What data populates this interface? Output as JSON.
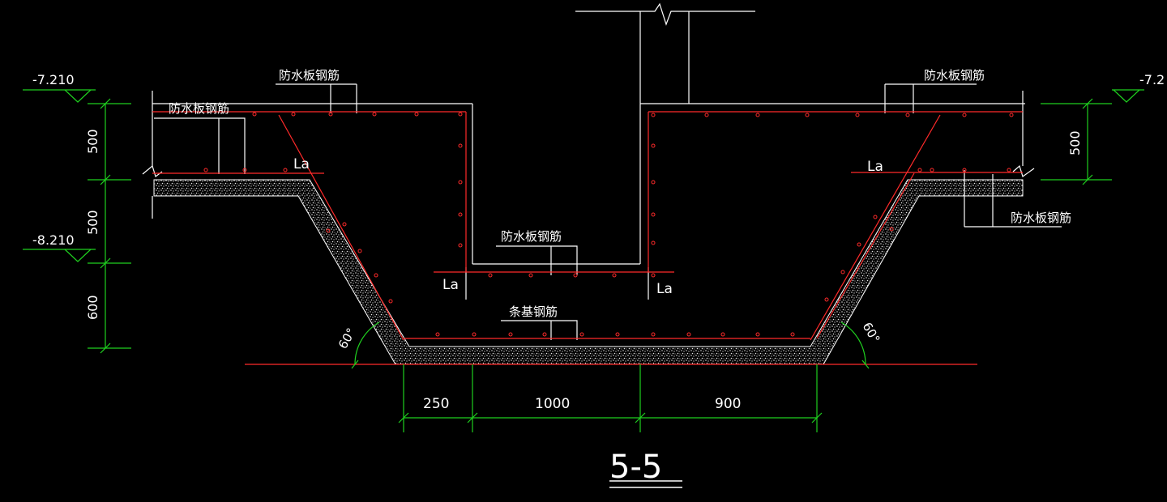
{
  "drawing": {
    "title": "5-5",
    "labels": {
      "waterproof_slab_rebar": "防水板钢筋",
      "strip_foundation_rebar": "条基钢筋",
      "anchorage": "La"
    },
    "elevations": {
      "top_left": "-7.210",
      "lower_left": "-8.210",
      "top_right": "-7.2"
    },
    "vertical_dims": [
      "500",
      "500",
      "600"
    ],
    "right_vertical_dim": "500",
    "horizontal_dims": [
      "250",
      "1000",
      "900"
    ],
    "angles": [
      "60°",
      "60°"
    ]
  },
  "colors": {
    "background": "#000000",
    "outline": "#ffffff",
    "rebar": "#ff2a2a",
    "dimension": "#1fd01f",
    "concrete_fill": "#d9d9d9"
  }
}
